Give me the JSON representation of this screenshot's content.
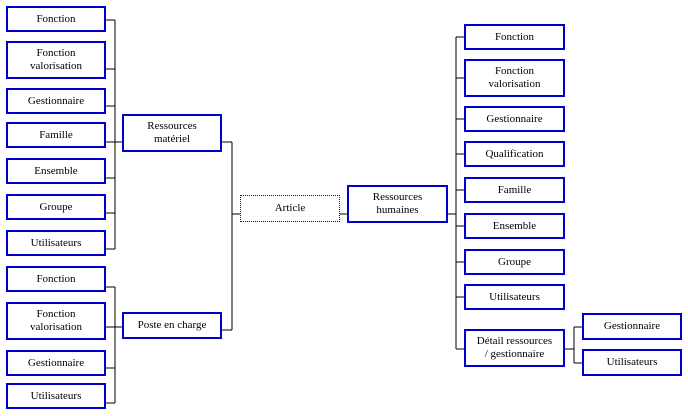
{
  "colors": {
    "box_border": "#0000cc",
    "connector": "#000000",
    "background": "#ffffff"
  },
  "center": {
    "article": "Article"
  },
  "materiel": {
    "label": "Ressources\nmatériel",
    "children": [
      "Fonction",
      "Fonction\nvalorisation",
      "Gestionnaire",
      "Famille",
      "Ensemble",
      "Groupe",
      "Utilisateurs"
    ]
  },
  "poste": {
    "label": "Poste en charge",
    "children": [
      "Fonction",
      "Fonction\nvalorisation",
      "Gestionnaire",
      "Utilisateurs"
    ]
  },
  "humaines": {
    "label": "Ressources\nhumaines",
    "children": [
      "Fonction",
      "Fonction\nvalorisation",
      "Gestionnaire",
      "Qualification",
      "Famille",
      "Ensemble",
      "Groupe",
      "Utilisateurs",
      "Détail ressources\n/ gestionnaire"
    ]
  },
  "detail": {
    "children": [
      "Gestionnaire",
      "Utilisateurs"
    ]
  }
}
